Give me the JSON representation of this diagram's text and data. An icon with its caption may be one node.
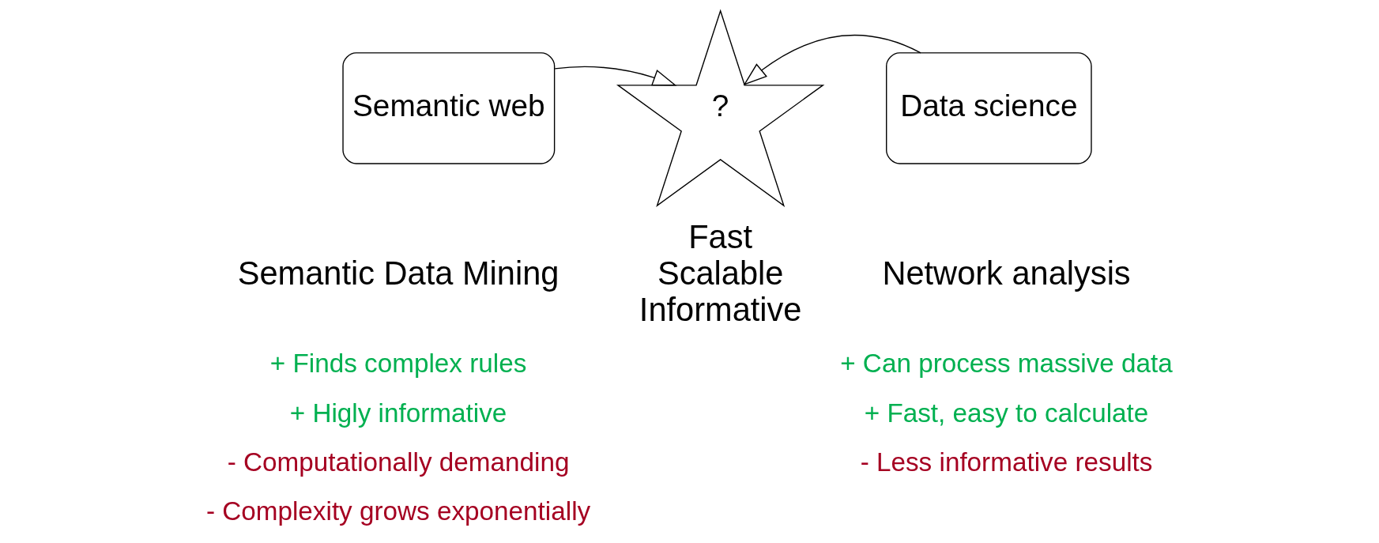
{
  "diagram": {
    "nodes": [
      {
        "text": [
          "Semantic web"
        ],
        "beside": [
          "Semantic Data Mining"
        ]
      },
      {
        "text": [
          "?"
        ],
        "beside": [
          "Fast Scalable Informative"
        ]
      },
      {
        "text": [
          "Data science"
        ],
        "beside": [
          "Network analysis"
        ]
      }
    ],
    "edges": [
      {
        "from": 0,
        "to": 1,
        "arrow": "to"
      },
      {
        "from": 2,
        "to": 1,
        "arrow": "to"
      }
    ],
    "labels": [
      "+ Finds complex rules",
      "+ Higly informative",
      "- Computationally demanding",
      "- Complexity grows exponentially",
      "+ Can process massive data",
      "+ Fast, easy to calculate",
      "- Less informative results"
    ]
  }
}
